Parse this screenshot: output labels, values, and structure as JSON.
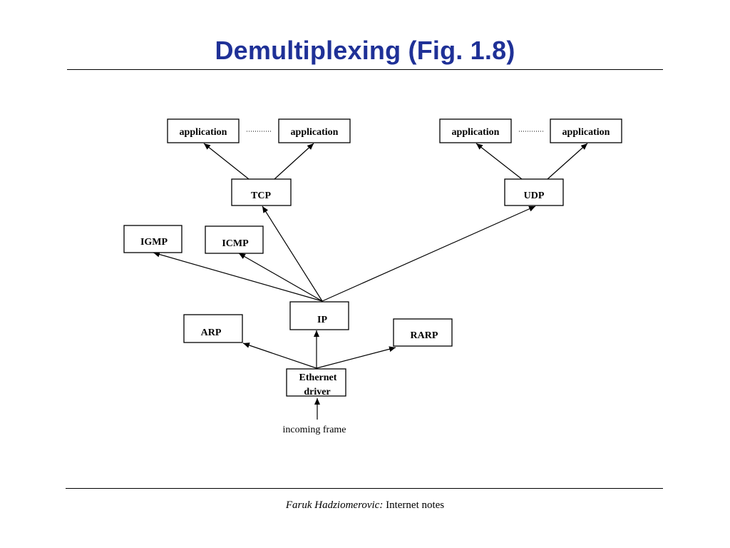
{
  "slide": {
    "title": "Demultiplexing (Fig. 1.8)",
    "footer_author": "Faruk Hadziomerovic:",
    "footer_text": " Internet notes",
    "title_color": "#1f3197"
  },
  "diagram": {
    "nodes": {
      "app1": "application",
      "app2": "application",
      "app3": "application",
      "app4": "application",
      "tcp": "TCP",
      "udp": "UDP",
      "igmp": "IGMP",
      "icmp": "ICMP",
      "ip": "IP",
      "arp": "ARP",
      "rarp": "RARP",
      "ethernet_line1": "Ethernet",
      "ethernet_line2": "driver"
    },
    "input_label": "incoming frame",
    "edges": [
      [
        "incoming frame",
        "Ethernet driver"
      ],
      [
        "Ethernet driver",
        "ARP"
      ],
      [
        "Ethernet driver",
        "IP"
      ],
      [
        "Ethernet driver",
        "RARP"
      ],
      [
        "IP",
        "IGMP"
      ],
      [
        "IP",
        "ICMP"
      ],
      [
        "IP",
        "TCP"
      ],
      [
        "IP",
        "UDP"
      ],
      [
        "TCP",
        "application"
      ],
      [
        "TCP",
        "application"
      ],
      [
        "UDP",
        "application"
      ],
      [
        "UDP",
        "application"
      ]
    ]
  }
}
